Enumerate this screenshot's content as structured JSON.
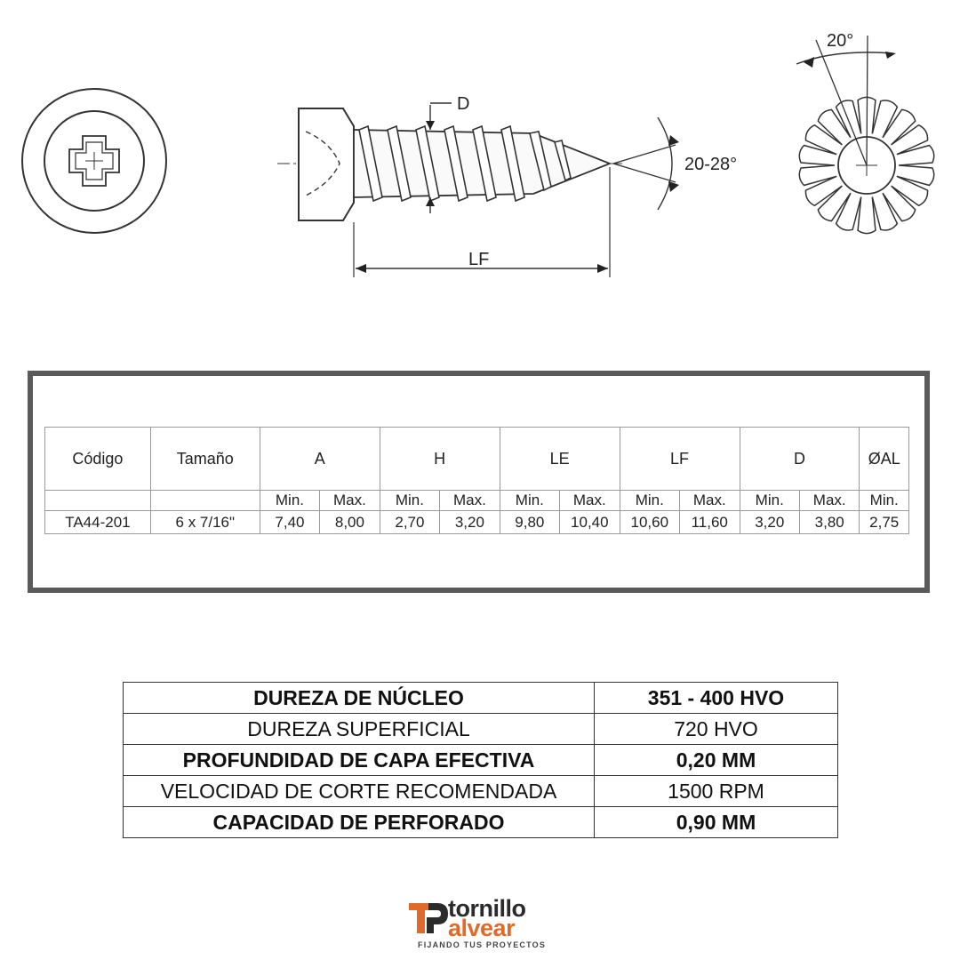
{
  "drawing": {
    "dim_d": "D",
    "dim_lf": "LF",
    "tip_angle": "20-28°",
    "serration_angle": "20°"
  },
  "spec_table": {
    "headers": [
      "Código",
      "Tamaño",
      "A",
      "H",
      "LE",
      "LF",
      "D",
      "ØAL"
    ],
    "sub_min": "Min.",
    "sub_max": "Max.",
    "row": {
      "codigo": "TA44-201",
      "tamano": "6 x 7/16\"",
      "a_min": "7,40",
      "a_max": "8,00",
      "h_min": "2,70",
      "h_max": "3,20",
      "le_min": "9,80",
      "le_max": "10,40",
      "lf_min": "10,60",
      "lf_max": "11,60",
      "d_min": "3,20",
      "d_max": "3,80",
      "al_min": "2,75"
    }
  },
  "properties": [
    {
      "label": "DUREZA DE NÚCLEO",
      "value": "351 - 400 HVO"
    },
    {
      "label": "DUREZA SUPERFICIAL",
      "value": "720 HVO"
    },
    {
      "label": "PROFUNDIDAD DE CAPA EFECTIVA",
      "value": "0,20 MM"
    },
    {
      "label": "VELOCIDAD DE CORTE RECOMENDADA",
      "value": "1500 RPM"
    },
    {
      "label": "CAPACIDAD DE PERFORADO",
      "value": "0,90 MM"
    }
  ],
  "logo": {
    "word1": "tornillo",
    "word2": "alvear",
    "tagline": "FIJANDO TUS PROYECTOS",
    "brand_color": "#e06a2a"
  }
}
